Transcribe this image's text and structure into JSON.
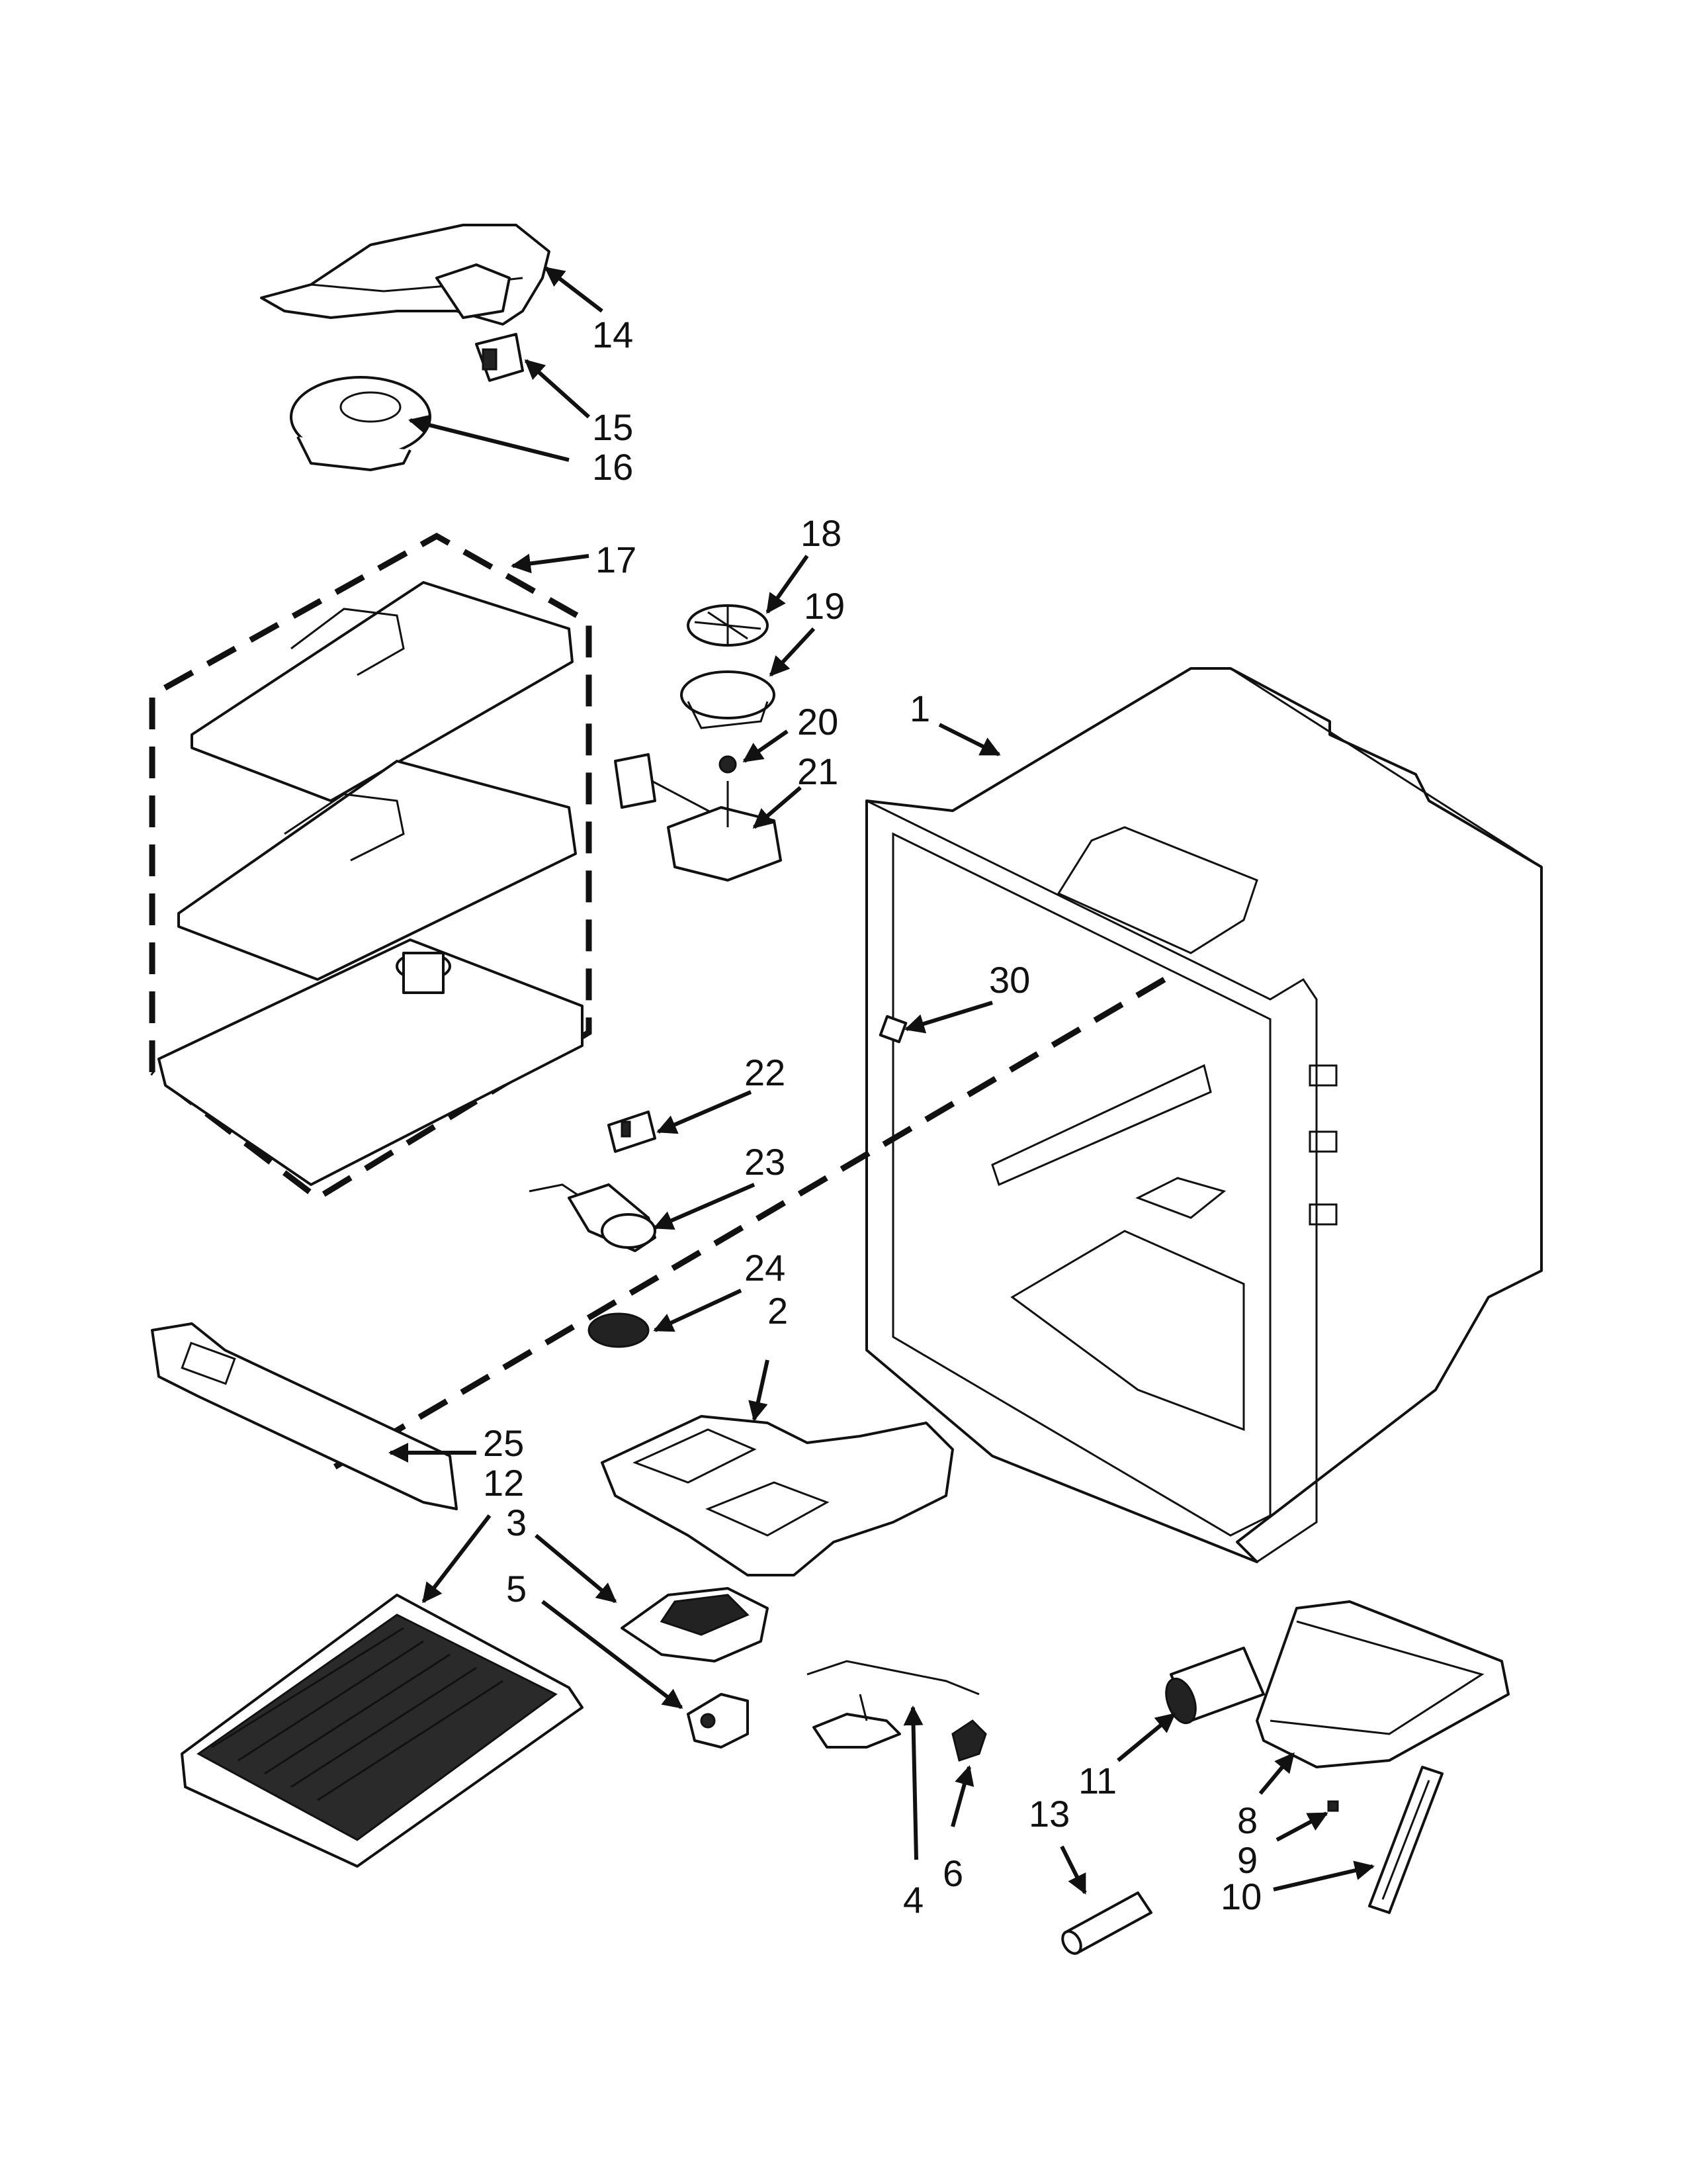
{
  "diagram": {
    "callouts": [
      {
        "id": "c1",
        "text": "1"
      },
      {
        "id": "c2",
        "text": "2"
      },
      {
        "id": "c3",
        "text": "3"
      },
      {
        "id": "c4",
        "text": "4"
      },
      {
        "id": "c5",
        "text": "5"
      },
      {
        "id": "c6",
        "text": "6"
      },
      {
        "id": "c8",
        "text": "8"
      },
      {
        "id": "c9",
        "text": "9"
      },
      {
        "id": "c10",
        "text": "10"
      },
      {
        "id": "c11",
        "text": "11"
      },
      {
        "id": "c12",
        "text": "12"
      },
      {
        "id": "c13",
        "text": "13"
      },
      {
        "id": "c14",
        "text": "14"
      },
      {
        "id": "c15",
        "text": "15"
      },
      {
        "id": "c16",
        "text": "16"
      },
      {
        "id": "c17",
        "text": "17"
      },
      {
        "id": "c18",
        "text": "18"
      },
      {
        "id": "c19",
        "text": "19"
      },
      {
        "id": "c20",
        "text": "20"
      },
      {
        "id": "c21",
        "text": "21"
      },
      {
        "id": "c22",
        "text": "22"
      },
      {
        "id": "c23",
        "text": "23"
      },
      {
        "id": "c24",
        "text": "24"
      },
      {
        "id": "c25",
        "text": "25"
      },
      {
        "id": "c30",
        "text": "30"
      }
    ]
  }
}
